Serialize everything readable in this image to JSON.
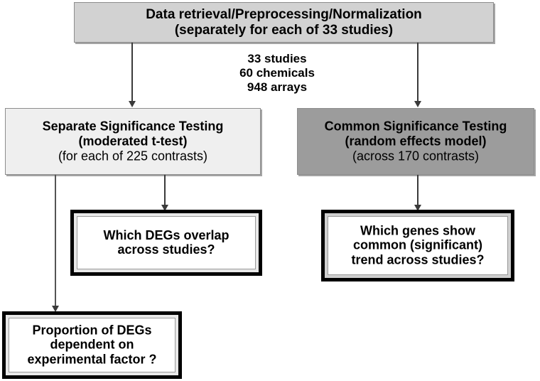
{
  "diagram": {
    "title": "Data retrieval/Preprocessing/Normalization workflow",
    "colors": {
      "top_box_fill": "#d2d2d2",
      "left_box_fill": "#efefef",
      "right_box_fill": "#9c9c9c",
      "question_box_border": "#000000",
      "question_box_fill": "#ffffff",
      "connector": "#3a3a3a"
    },
    "top_box": {
      "line1": "Data retrieval/Preprocessing/Normalization",
      "line2": "(separately for each of 33 studies)"
    },
    "counts": {
      "line1": "33 studies",
      "line2": "60 chemicals",
      "line3": "948 arrays"
    },
    "left_test_box": {
      "line1": "Separate Significance Testing",
      "line2": "(moderated t-test)",
      "line3": "(for each of 225 contrasts)"
    },
    "right_test_box": {
      "line1": "Common Significance Testing",
      "line2": "(random effects model)",
      "line3": "(across 170 contrasts)"
    },
    "left_question_box": {
      "line1": "Which DEGs overlap",
      "line2": "across studies?"
    },
    "right_question_box": {
      "line1": "Which genes show",
      "line2": "common (significant)",
      "line3": "trend across studies?"
    },
    "bottom_question_box": {
      "line1": "Proportion of DEGs",
      "line2": "dependent on",
      "line3": "experimental factor ?"
    }
  }
}
